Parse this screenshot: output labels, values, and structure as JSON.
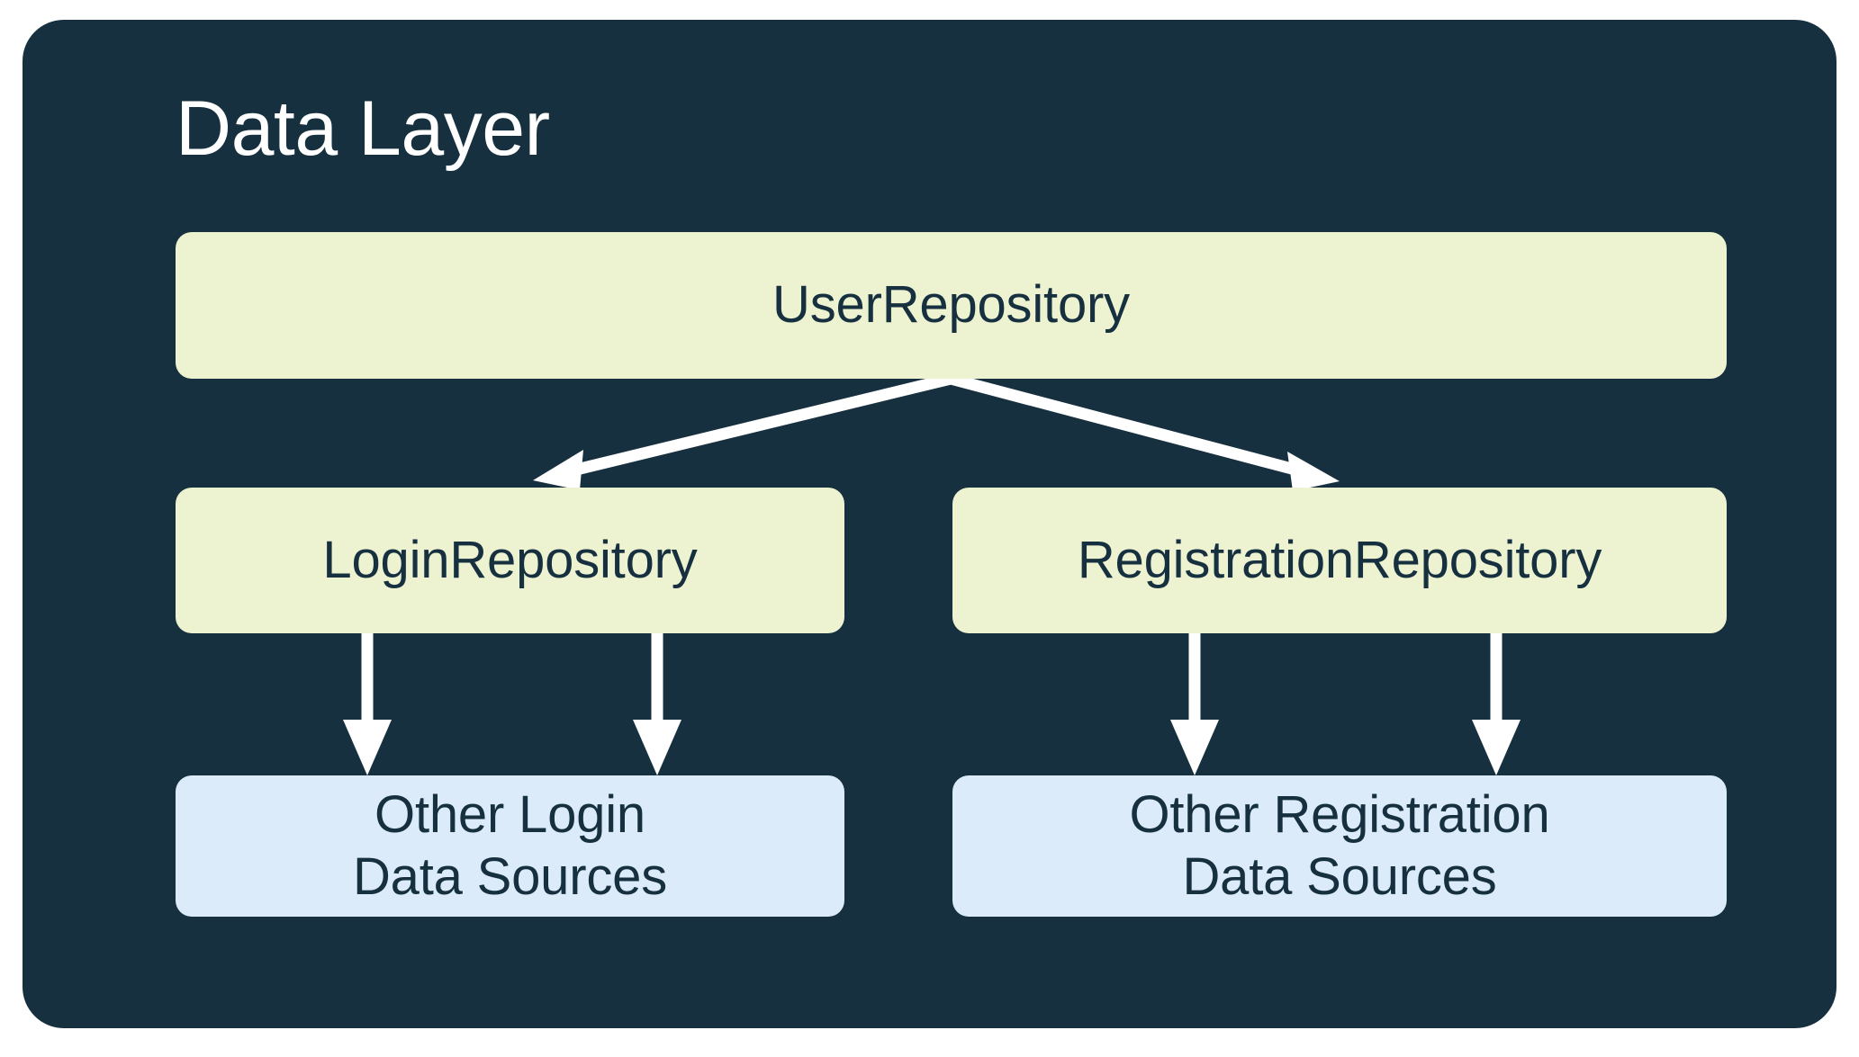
{
  "diagram": {
    "title": "Data Layer",
    "panel_color": "#16303f",
    "repo_node_color": "#edf2d1",
    "source_node_color": "#dcebfa",
    "title_color": "#ffffff",
    "node_text_color": "#16303f",
    "connector_color": "#ffffff",
    "nodes": [
      {
        "id": "user-repository",
        "label": "UserRepository",
        "kind": "repository",
        "row": 1
      },
      {
        "id": "login-repository",
        "label": "LoginRepository",
        "kind": "repository",
        "row": 2
      },
      {
        "id": "registration-repository",
        "label": "RegistrationRepository",
        "kind": "repository",
        "row": 2
      },
      {
        "id": "other-login-sources",
        "label_line1": "Other Login",
        "label_line2": "Data Sources",
        "kind": "data-source",
        "row": 3
      },
      {
        "id": "other-registration-sources",
        "label_line1": "Other Registration",
        "label_line2": "Data Sources",
        "kind": "data-source",
        "row": 3
      }
    ],
    "edges": [
      {
        "from": "user-repository",
        "to": "login-repository",
        "style": "arrow"
      },
      {
        "from": "user-repository",
        "to": "registration-repository",
        "style": "arrow"
      },
      {
        "from": "login-repository",
        "to": "other-login-sources",
        "style": "arrow"
      },
      {
        "from": "login-repository",
        "to": "other-login-sources",
        "style": "arrow"
      },
      {
        "from": "registration-repository",
        "to": "other-registration-sources",
        "style": "arrow"
      },
      {
        "from": "registration-repository",
        "to": "other-registration-sources",
        "style": "arrow"
      }
    ]
  }
}
